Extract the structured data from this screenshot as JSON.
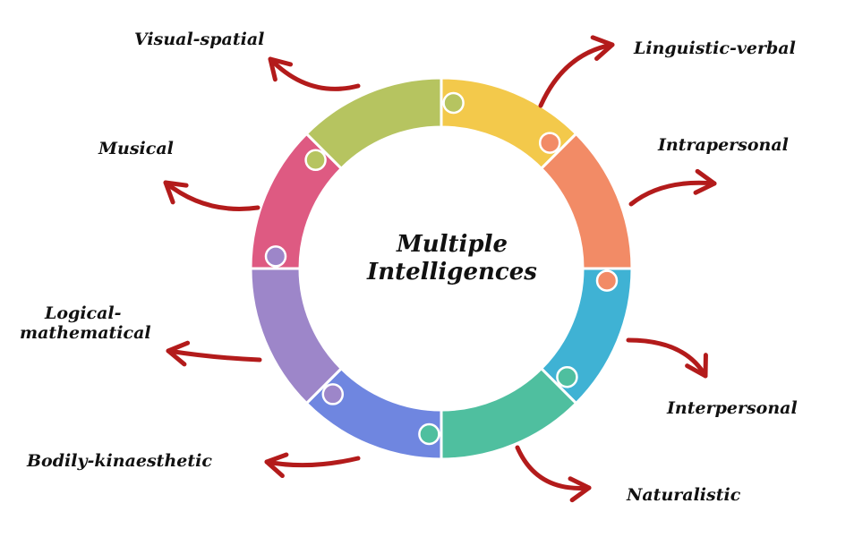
{
  "title": {
    "line1": "Multiple",
    "line2": "Intelligences"
  },
  "colors": {
    "arrow": "#b31b1b",
    "segments": [
      "#f3c94b",
      "#f28b66",
      "#3fb2d4",
      "#4fbf9f",
      "#6f86e0",
      "#9d86c9",
      "#de5a82",
      "#b6c460"
    ]
  },
  "intelligences": [
    {
      "label": "Linguistic-verbal"
    },
    {
      "label": "Intrapersonal"
    },
    {
      "label": "Interpersonal"
    },
    {
      "label": "Naturalistic"
    },
    {
      "label": "Bodily-kinaesthetic"
    },
    {
      "label": "Logical-mathematical",
      "line1": "Logical-",
      "line2": "mathematical"
    },
    {
      "label": "Musical"
    },
    {
      "label": "Visual-spatial"
    }
  ]
}
